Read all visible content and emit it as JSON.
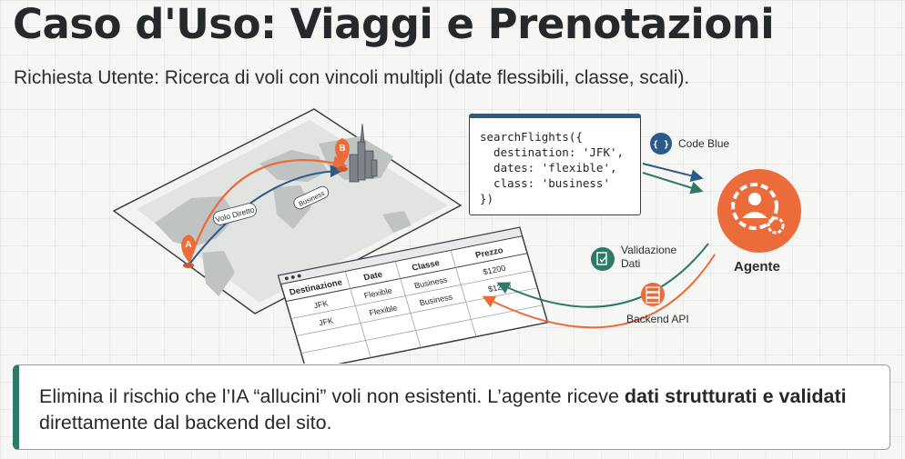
{
  "header": {
    "title": "Caso d'Uso: Viaggi e Prenotazioni",
    "subtitle": "Richiesta Utente: Ricerca di voli con vincoli multipli (date flessibili, classe, scali)."
  },
  "map": {
    "marker_a": "A",
    "marker_b": "B",
    "route_direct_label": "Volo Diretto",
    "route_business_label": "Business"
  },
  "table": {
    "headers": [
      "Destinazione",
      "Date",
      "Classe",
      "Prezzo"
    ],
    "rows": [
      [
        "JFK",
        "Flexible",
        "Business",
        "$1200"
      ],
      [
        "JFK",
        "Flexible",
        "Business",
        "$1200"
      ]
    ]
  },
  "code": {
    "lines": [
      "searchFlights({",
      "  destination: 'JFK',",
      "  dates: 'flexible',",
      "  class: 'business'",
      "})"
    ]
  },
  "labels": {
    "code_blue": "Code Blue",
    "code_blue_icon_glyph": "{ }",
    "validation_line1": "Validazione",
    "validation_line2": "Dati",
    "agent": "Agente",
    "backend": "Backend API"
  },
  "callout": {
    "part1": "Elimina il rischio che l’IA “allucini” voli non esistenti. L’agente riceve ",
    "bold1": "dati strutturati e validati",
    "part2": " direttamente dal backend del sito."
  },
  "colors": {
    "accent_orange": "#ec6b3a",
    "teal": "#2f7a66",
    "blue": "#2b5a8a"
  },
  "icons": [
    "code-brackets-icon",
    "document-check-icon",
    "server-icon",
    "gear-person-icon",
    "map-pin-icon",
    "skyline-icon"
  ]
}
